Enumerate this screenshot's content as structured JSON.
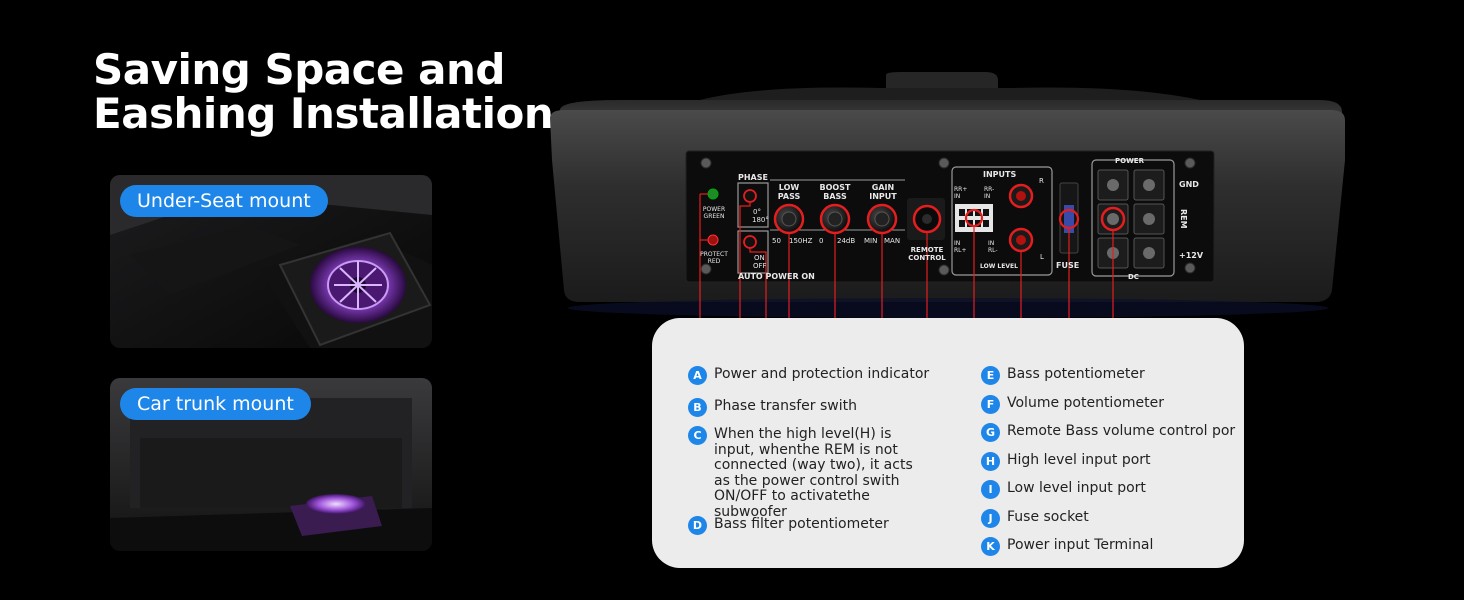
{
  "headline": {
    "line1": "Saving Space and",
    "line2": "Eashing Installation"
  },
  "mounts": [
    {
      "label": "Under-Seat mount"
    },
    {
      "label": "Car trunk mount"
    }
  ],
  "amp_panel": {
    "power_green": "POWER GREEN",
    "protect_red": "PROTECT RED",
    "phase_title": "PHASE",
    "phase_0": "0°",
    "phase_180": "180°",
    "on": "ON",
    "off": "OFF",
    "auto_power_on": "AUTO POWER ON",
    "low_pass": "LOW PASS",
    "low_pass_min": "50",
    "low_pass_max": "150HZ",
    "boost_bass": "BOOST BASS",
    "boost_min": "0",
    "boost_max": "24dB",
    "gain_input": "GAIN INPUT",
    "gain_min": "MIN",
    "gain_max": "MAN",
    "remote_control": "REMOTE CONTROL",
    "inputs": "INPUTS",
    "rr_plus_in": "RR+ IN",
    "rr_minus_in": "RR- IN",
    "in_rl_plus": "IN RL+",
    "in_rl_minus": "IN RL-",
    "low_level": "LOW LEVEL",
    "r": "R",
    "l": "L",
    "fuse": "FUSE",
    "power": "POWER",
    "gnd": "GND",
    "rem": "REM",
    "plus12v": "+12V",
    "dc": "DC"
  },
  "callout_letters": [
    "A",
    "B",
    "C",
    "D",
    "E",
    "F",
    "G",
    "H",
    "I",
    "J",
    "K"
  ],
  "legend_left": [
    {
      "badge": "A",
      "text": "Power and protection indicator"
    },
    {
      "badge": "B",
      "text": "Phase transfer swith"
    },
    {
      "badge": "C",
      "text": "When the high level(H) is input, whenthe REM is not connected (way two), it acts as the power control swith ON/OFF to activatethe subwoofer"
    },
    {
      "badge": "D",
      "text": "Bass filter potentiometer"
    }
  ],
  "legend_right": [
    {
      "badge": "E",
      "text": "Bass potentiometer"
    },
    {
      "badge": "F",
      "text": "Volume potentiometer"
    },
    {
      "badge": "G",
      "text": "Remote Bass volume control por"
    },
    {
      "badge": "H",
      "text": "High level input port"
    },
    {
      "badge": "I",
      "text": "Low level input port"
    },
    {
      "badge": "J",
      "text": "Fuse socket"
    },
    {
      "badge": "K",
      "text": "Power input Terminal"
    }
  ],
  "colors": {
    "accent_blue": "#1e86e8",
    "callout_red": "#e41e1e",
    "card_bg": "#ececec",
    "background": "#000000"
  }
}
